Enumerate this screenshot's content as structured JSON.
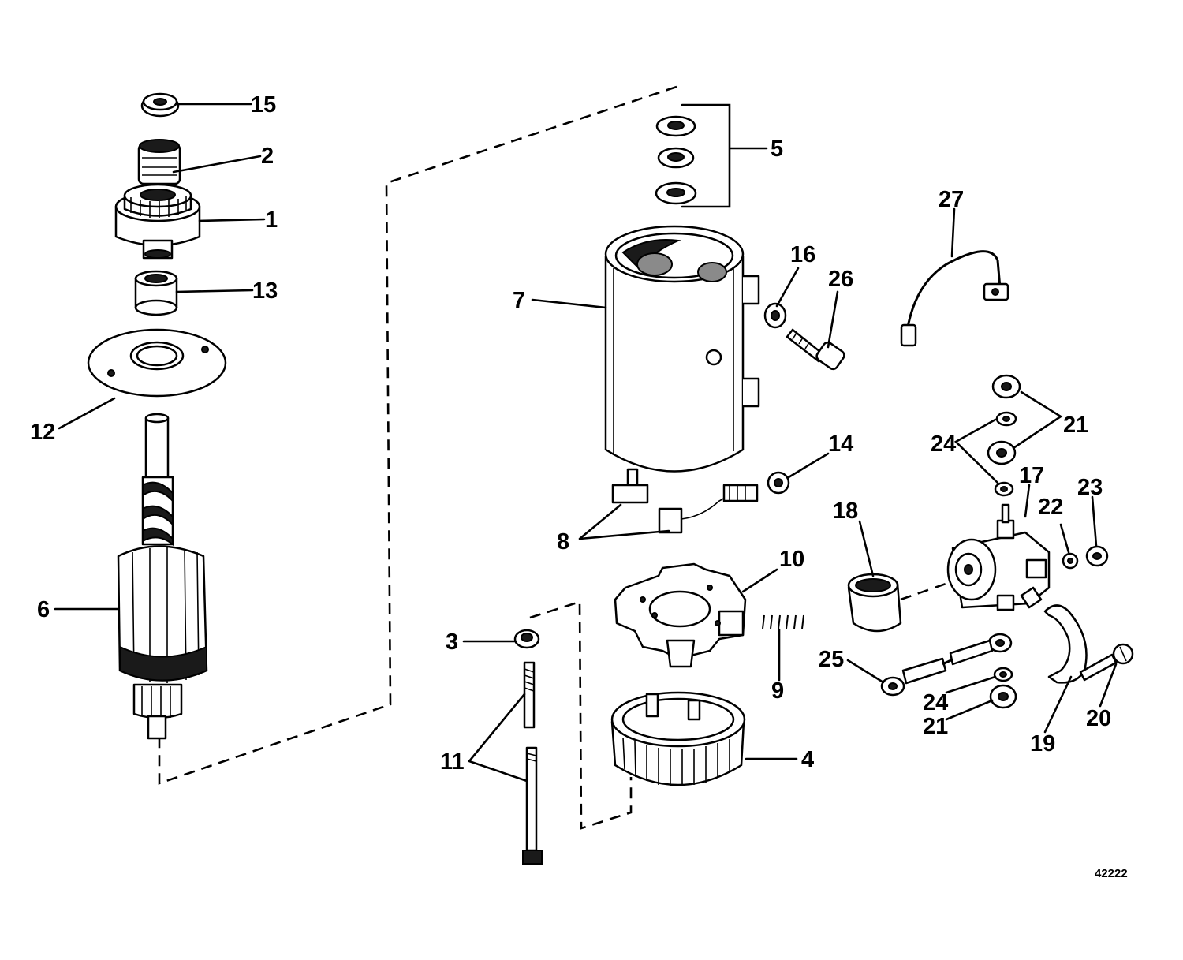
{
  "figure_number": "42222",
  "callouts": {
    "c1": "1",
    "c2": "2",
    "c3": "3",
    "c4": "4",
    "c5": "5",
    "c6": "6",
    "c7": "7",
    "c8": "8",
    "c9": "9",
    "c10": "10",
    "c11": "11",
    "c12": "12",
    "c13": "13",
    "c14": "14",
    "c15": "15",
    "c16": "16",
    "c17": "17",
    "c18": "18",
    "c19": "19",
    "c20": "20",
    "c21a": "21",
    "c21b": "21",
    "c22": "22",
    "c23": "23",
    "c24a": "24",
    "c24b": "24",
    "c25": "25",
    "c26": "26",
    "c27": "27"
  }
}
